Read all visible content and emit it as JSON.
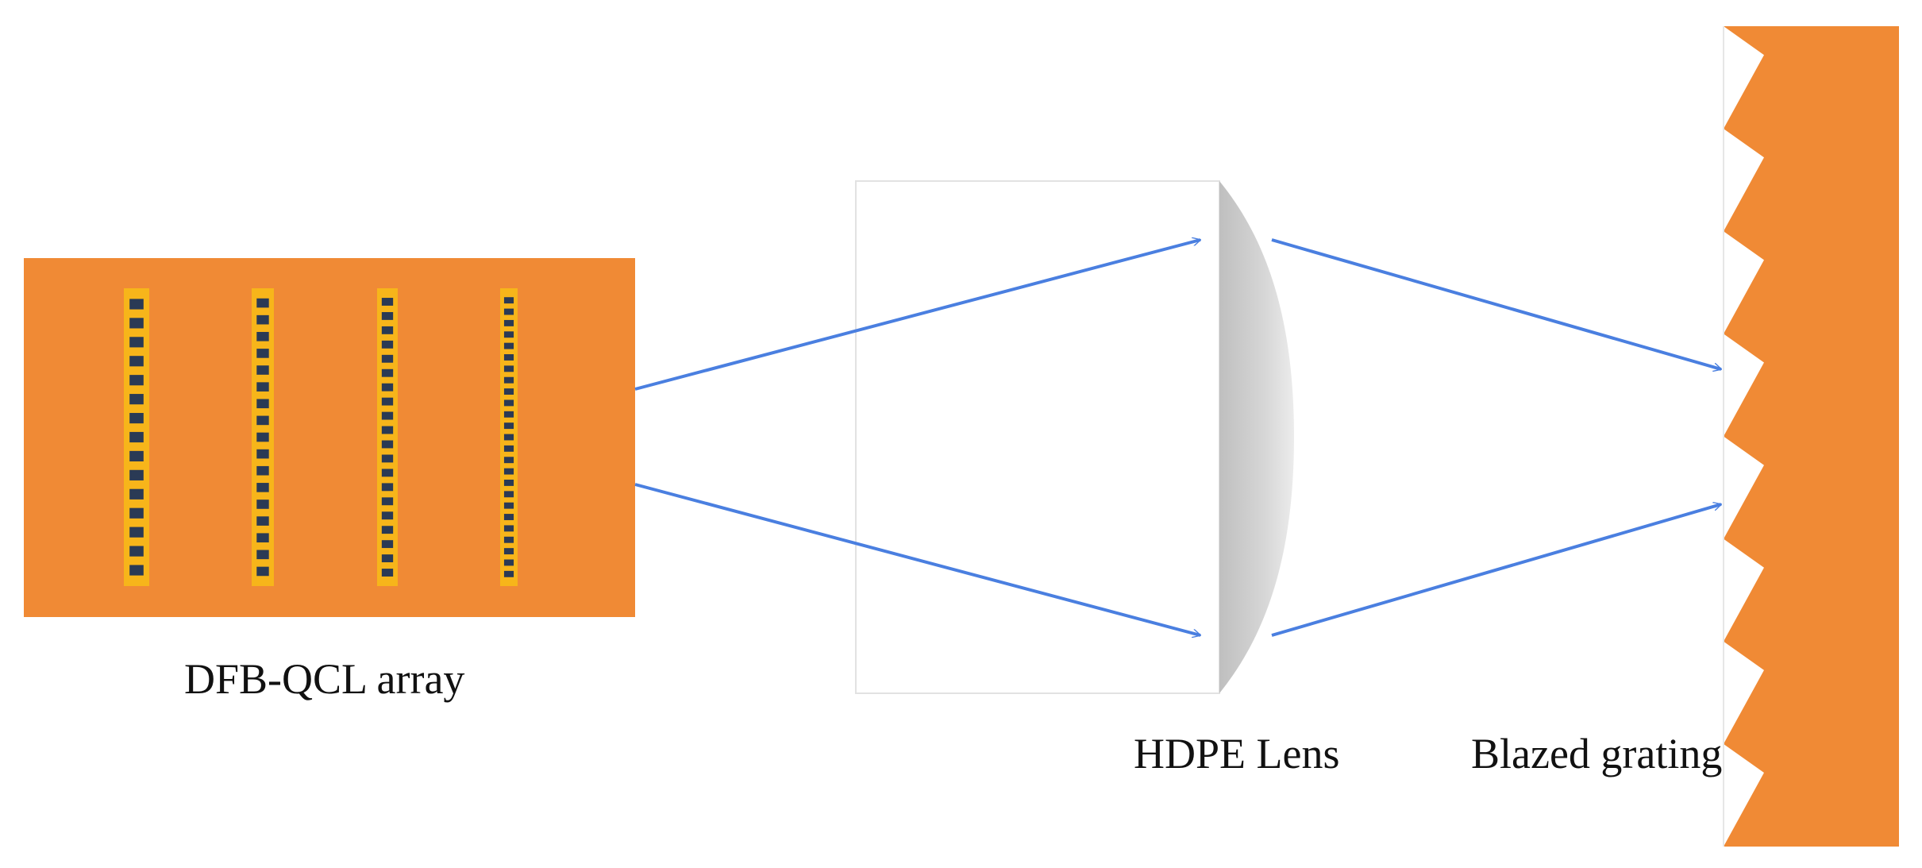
{
  "labels": {
    "array": "DFB-QCL array",
    "lens": "HDPE Lens",
    "grating": "Blazed grating"
  },
  "colors": {
    "chip": "#f08a35",
    "stripe": "#f7b51a",
    "emitter": "#2a3a55",
    "ray": "#4a7fe0",
    "lens": "#d2d2d2",
    "lens_box_border": "#e0e0e0",
    "grating": "#f08a35"
  },
  "components": {
    "laser_stripe_count": 4,
    "grating_teeth_count": 8
  }
}
